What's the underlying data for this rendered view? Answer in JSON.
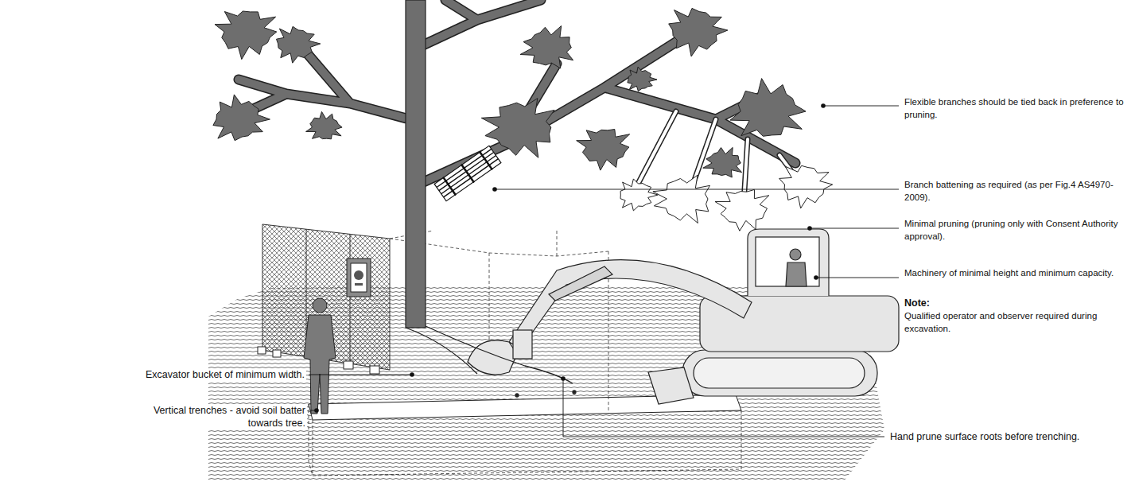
{
  "diagram": {
    "labels": [
      "Flexible branches should be tied back in preference to pruning.",
      "Branch battening as required (as per Fig.4 AS4970-2009).",
      "Minimal pruning (pruning only with Consent Authority approval).",
      "Machinery of minimal height and minimum capacity.",
      "Note:",
      "Qualified operator and observer required during excavation.",
      "Excavator bucket of minimum width.",
      "Vertical trenches - avoid soil batter towards tree.",
      "Hand prune surface roots before trenching."
    ]
  }
}
